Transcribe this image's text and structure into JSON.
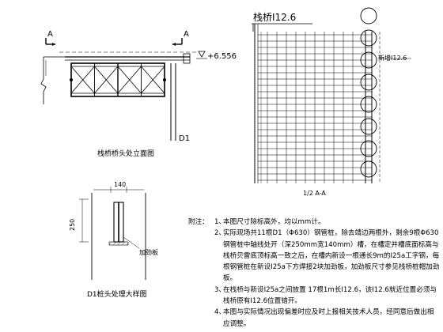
{
  "elevation": {
    "section_mark": "A",
    "water_level": "+6.556",
    "pile_label": "D1",
    "caption": "栈桥桥头处立面图"
  },
  "section": {
    "trestle_label": "栈桥I12.6",
    "new_beam_label": "新增I12.6",
    "caption": "1/2 A-A"
  },
  "detail": {
    "width_dim": "140",
    "height_dim": "250",
    "plate_label": "加劲板",
    "caption": "D1桩头处理大样图"
  },
  "notes": {
    "header": "附注：",
    "items": [
      {
        "n": "1、",
        "text": "本图尺寸除标高外，均以mm计。"
      },
      {
        "n": "2、",
        "text": "实际现场共11根D1（Φ630）钢管桩，除去靖边两根外，剩余9根Φ630钢管桩中轴线处开（深250mm宽140mm）槽，在槽定并槽底面标高与栈桥贝雷底顶标高一致之后，在槽内新设一根通长9m的I25a工字钢，每根钢管桩在新设I25a下方焊接2块加劲板，加劲板尺寸参见栈桥桩帽加劲板。"
      },
      {
        "n": "3、",
        "text": "在栈桥与新设I25a之间放置 17根1m长I12.6，该I12.6就近位置必须与栈桥原有I12.6位置错开。"
      },
      {
        "n": "4、",
        "text": "本图与实际情况出现偏差时应及时上报相关技术人员，经同意后做出相应调整。"
      }
    ]
  }
}
